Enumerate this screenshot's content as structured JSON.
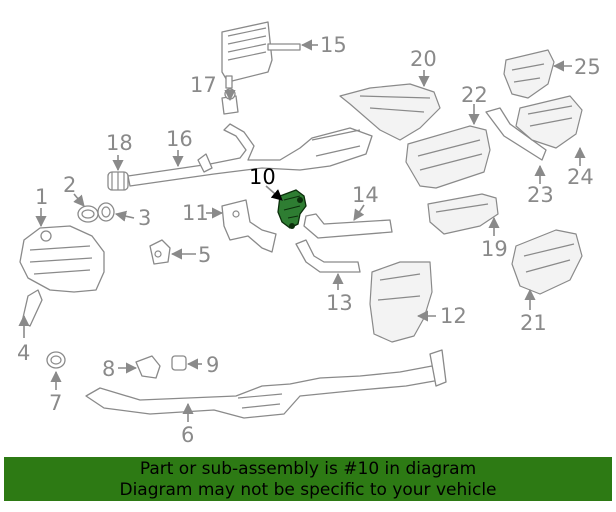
{
  "diagram": {
    "highlighted_part": "10",
    "callouts": [
      "1",
      "2",
      "3",
      "4",
      "5",
      "6",
      "7",
      "8",
      "9",
      "10",
      "11",
      "12",
      "13",
      "14",
      "15",
      "16",
      "17",
      "18",
      "19",
      "20",
      "21",
      "22",
      "23",
      "24",
      "25"
    ],
    "colors": {
      "line": "#8a8a8a",
      "highlight": "#2e7d32",
      "banner": "#2d7a14"
    }
  },
  "banner": {
    "line1": "Part or sub-assembly is #10 in diagram",
    "line2": "Diagram may not be specific to your vehicle"
  }
}
